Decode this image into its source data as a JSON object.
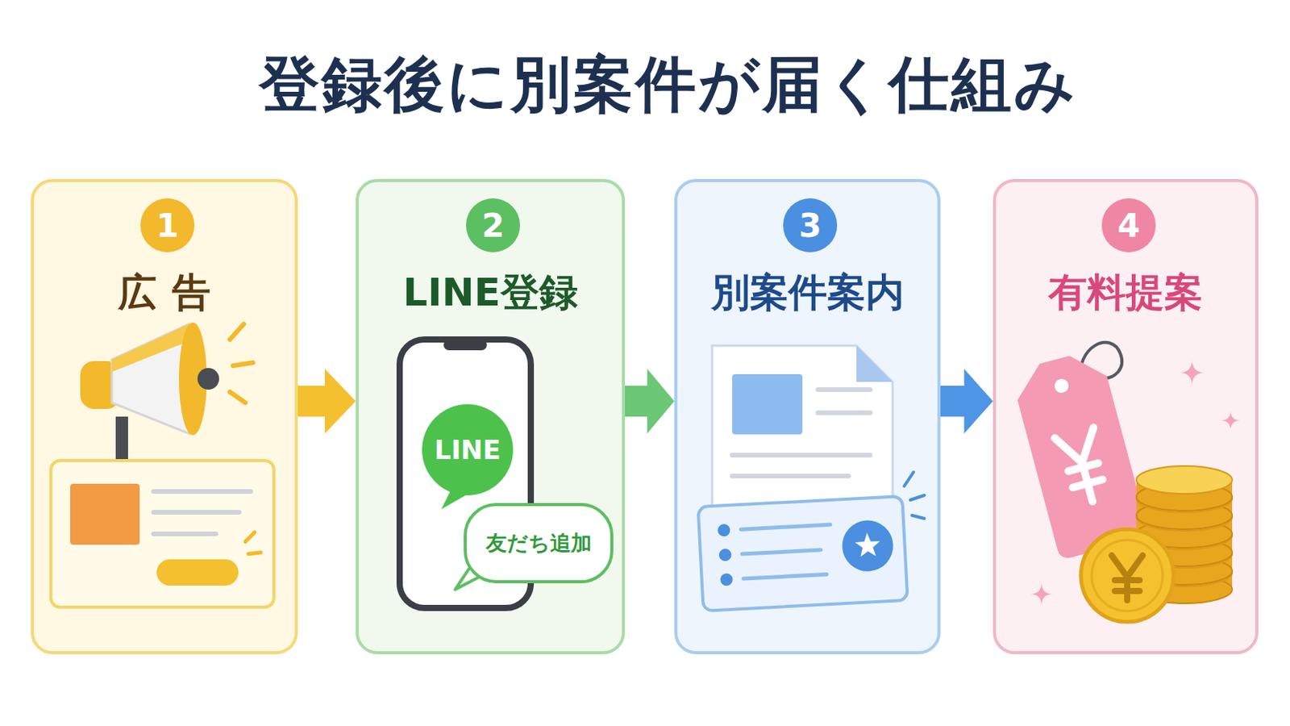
{
  "diagram": {
    "title": "登録後に別案件が届く仕組み",
    "nodes": [
      {
        "text": [
          "広告"
        ]
      },
      {
        "text": [
          "1"
        ],
        "in": 0
      },
      {
        "text": [
          "LINE登録"
        ]
      },
      {
        "text": [
          "2"
        ],
        "in": 2
      },
      {
        "text": [
          "LINE"
        ],
        "in": 2
      },
      {
        "text": [
          "友だち追加"
        ],
        "in": 2
      },
      {
        "text": [
          "別案件案内"
        ]
      },
      {
        "text": [
          "3"
        ],
        "in": 6
      },
      {
        "text": [
          "有料提案"
        ]
      },
      {
        "text": [
          "4"
        ],
        "in": 8
      }
    ],
    "edges": [
      {
        "from": 0,
        "to": 2,
        "arrow": "to"
      },
      {
        "from": 2,
        "to": 6,
        "arrow": "to"
      },
      {
        "from": 6,
        "to": 8,
        "arrow": "to"
      }
    ]
  }
}
